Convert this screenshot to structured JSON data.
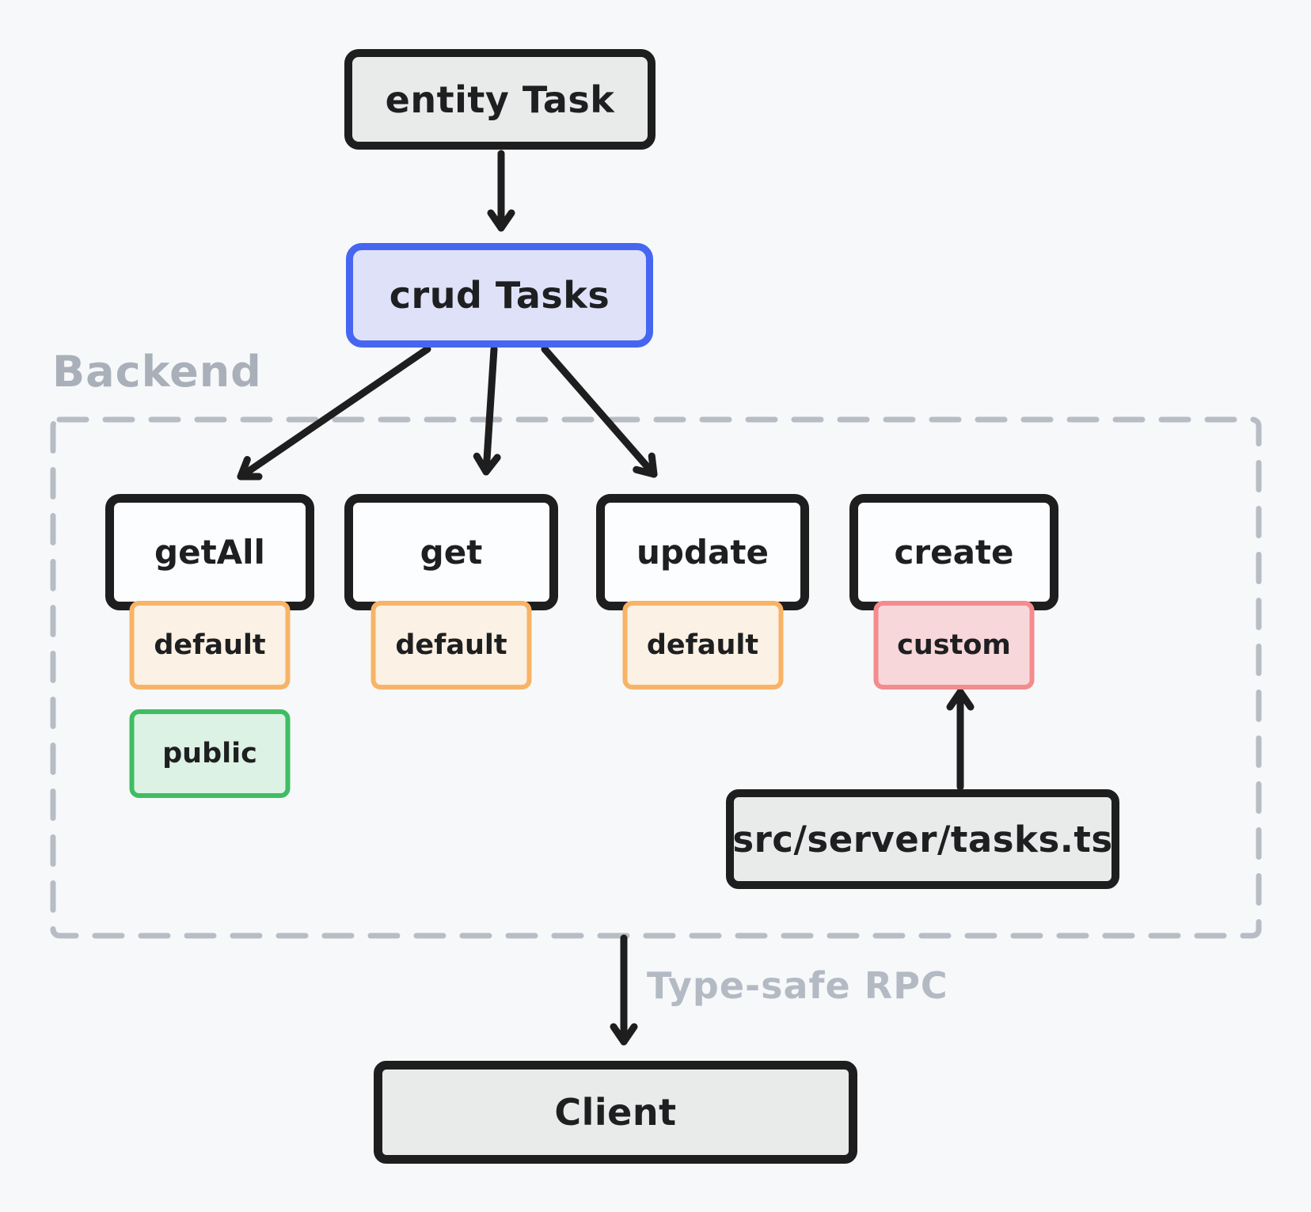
{
  "labels": {
    "backend_region": "Backend",
    "rpc_caption": "Type-safe RPC"
  },
  "nodes": {
    "entity": {
      "label": "entity Task"
    },
    "crud": {
      "label": "crud Tasks"
    },
    "server_file": {
      "label": "src/server/tasks.ts"
    },
    "client": {
      "label": "Client"
    }
  },
  "methods": [
    {
      "name": "getAll",
      "badges": [
        "default",
        "public"
      ]
    },
    {
      "name": "get",
      "badges": [
        "default"
      ]
    },
    {
      "name": "update",
      "badges": [
        "default"
      ]
    },
    {
      "name": "create",
      "badges": [
        "custom"
      ]
    }
  ],
  "colors": {
    "background": "#f7f8fa",
    "stroke_dark": "#1e1e1e",
    "gray_node_fill": "#e9eaea",
    "white_node_fill": "#fcfdfe",
    "crud_border": "#4666f1",
    "crud_fill": "#dfe1f8",
    "default_border": "#f8b367",
    "default_fill": "#fbf1e4",
    "custom_border": "#f48b8d",
    "custom_fill": "#f7d7da",
    "public_border": "#3fbd63",
    "public_fill": "#dcf2e4",
    "muted_label": "#a9b0b9",
    "dashed_region_border": "#b7bdc5"
  }
}
